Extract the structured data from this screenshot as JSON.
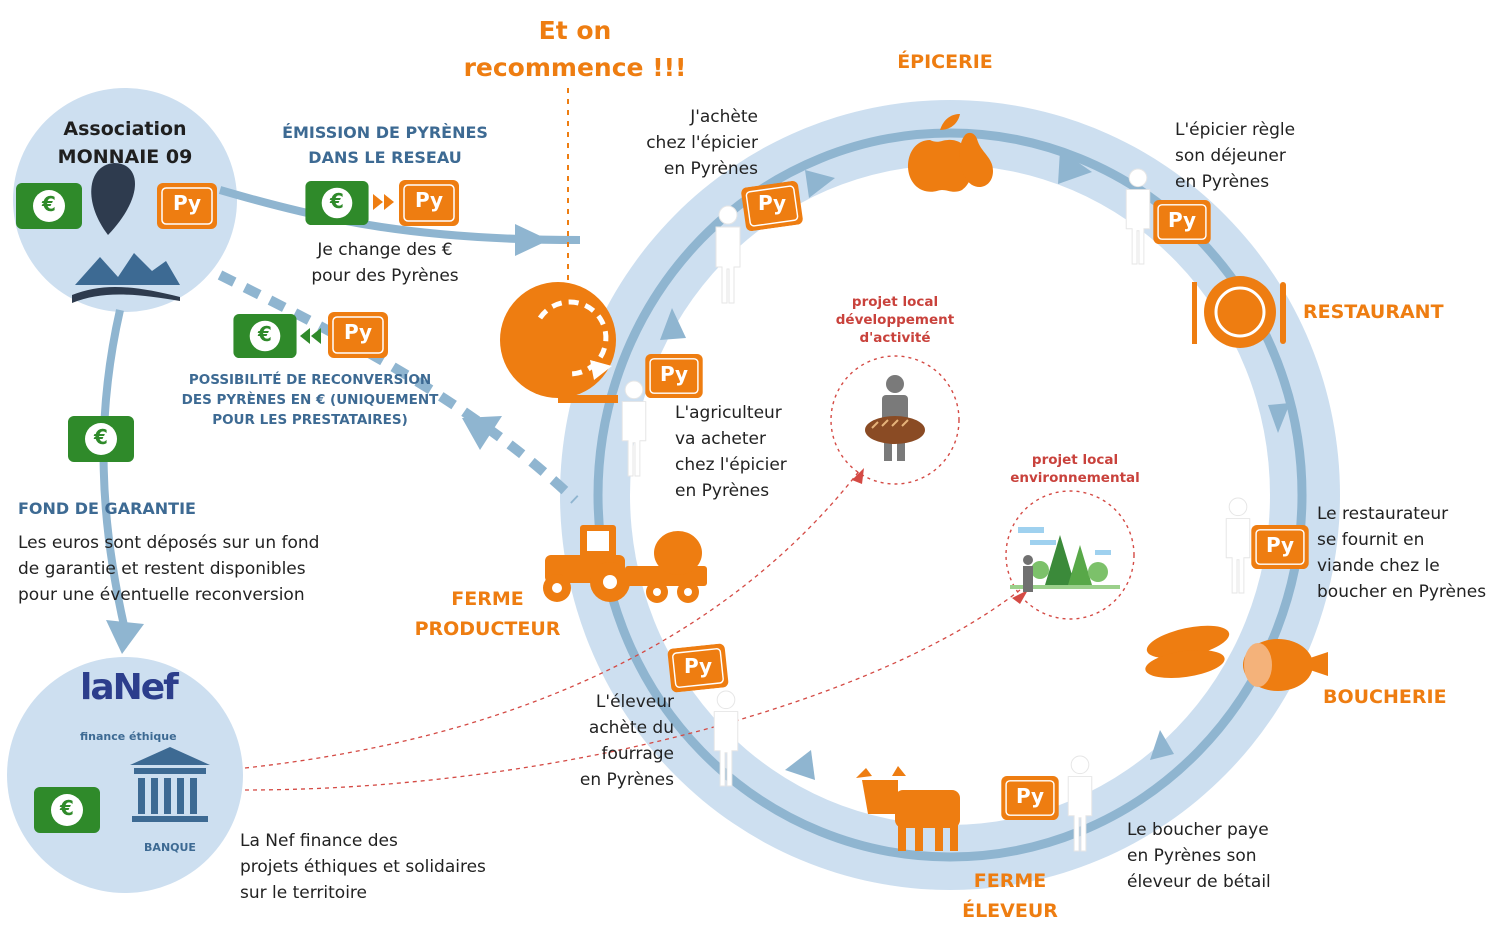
{
  "colors": {
    "orange": "#ee7d11",
    "green": "#2f8a2a",
    "lightblue": "#c9dced",
    "ring_blue": "#8fb5d0",
    "navy": "#3d6a93",
    "red": "#c9423c"
  },
  "badges": {
    "py": "Py",
    "euro": "€"
  },
  "title": {
    "line1": "Et on",
    "line2": "recommence !!!"
  },
  "association": {
    "line1": "Association",
    "line2": "MONNAIE 09"
  },
  "emission": {
    "title": "ÉMISSION DE PYRÈNES\nDANS LE RESEAU",
    "text": "Je change des €\npour des Pyrènes"
  },
  "reconversion": {
    "text": "POSSIBILITÉ DE RECONVERSION\nDES PYRÈNES EN € (UNIQUEMENT\nPOUR LES PRESTATAIRES)"
  },
  "guarantee": {
    "title": "FOND DE GARANTIE",
    "text": "Les euros sont déposés sur un fond\nde garantie et restent disponibles\npour une éventuelle reconversion"
  },
  "bank": {
    "logo_main": "laNef",
    "logo_sub": "finance éthique",
    "label": "BANQUE",
    "text": "La Nef finance des\nprojets éthiques et solidaires\nsur le territoire"
  },
  "nodes": {
    "epicerie": "ÉPICERIE",
    "restaurant": "RESTAURANT",
    "boucherie": "BOUCHERIE",
    "eleveur": "FERME\nÉLEVEUR",
    "producteur": "FERME\nPRODUCTEUR"
  },
  "steps": {
    "achete_epicier": "J'achète\nchez l'épicier\nen Pyrènes",
    "epicier_regle": "L'épicier règle\nson déjeuner\nen Pyrènes",
    "restaurateur": "Le restaurateur\nse fournit en\nviande chez le\nboucher en Pyrènes",
    "boucher": "Le boucher paye\nen Pyrènes son\néleveur de bétail",
    "eleveur": "L'éleveur\nachète du\nfourrage\nen Pyrènes",
    "agriculteur": "L'agriculteur\nva acheter\nchez l'épicier\nen Pyrènes"
  },
  "projects": {
    "activite": "projet local\ndéveloppement\nd'activité",
    "environnemental": "projet local\nenvironnemental"
  }
}
